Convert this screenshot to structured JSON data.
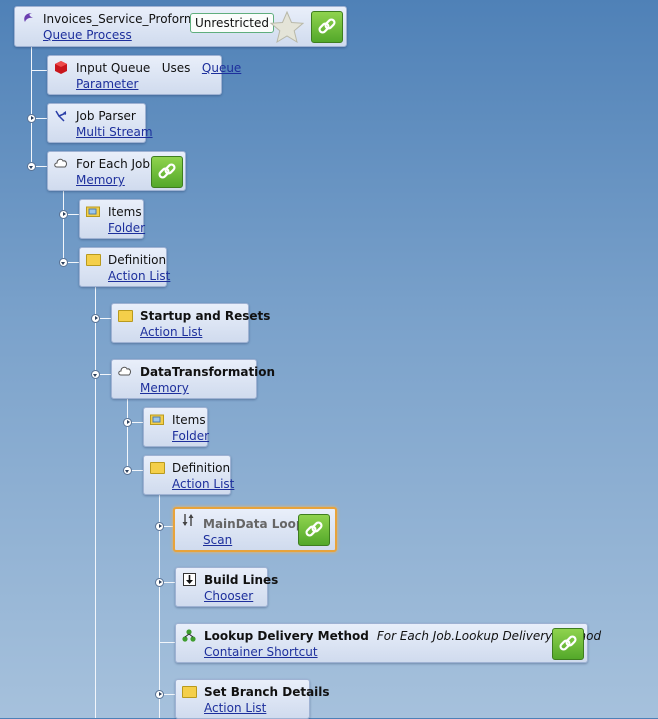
{
  "root": {
    "title": "Invoices_Service_Proforma",
    "link": "Queue Process",
    "badge": "Unrestricted",
    "icon": "queue-process-icon",
    "star_icon": "star-icon",
    "chain_icon": "link-chain-icon"
  },
  "nodes": {
    "input_queue": {
      "title": "Input Queue",
      "uses": "Uses",
      "link1": "Queue",
      "link2": "Parameter",
      "icon": "cube-icon"
    },
    "job_parser": {
      "title": "Job Parser",
      "link": "Multi Stream",
      "icon": "parser-arrows-icon"
    },
    "for_each_job": {
      "title": "For Each Job",
      "link": "Memory",
      "icon": "cloud-memory-icon"
    },
    "items_1": {
      "title": "Items",
      "link": "Folder",
      "icon": "folder-image-icon"
    },
    "definition_1": {
      "title": "Definition",
      "link": "Action List",
      "icon": "folder-icon"
    },
    "startup_resets": {
      "title": "Startup and Resets",
      "link": "Action List",
      "icon": "folder-icon"
    },
    "data_transformation": {
      "title": "DataTransformation",
      "link": "Memory",
      "icon": "cloud-memory-icon"
    },
    "items_2": {
      "title": "Items",
      "link": "Folder",
      "icon": "folder-image-icon"
    },
    "definition_2": {
      "title": "Definition",
      "link": "Action List",
      "icon": "folder-icon"
    },
    "maindata_loop": {
      "title": "MainData Loop",
      "link": "Scan",
      "icon": "scan-arrows-icon"
    },
    "build_lines": {
      "title": "Build Lines",
      "link": "Chooser",
      "icon": "download-arrow-icon"
    },
    "lookup_delivery": {
      "title": "Lookup Delivery Method",
      "subtitle": "For Each Job.Lookup Delivery Method",
      "link": "Container Shortcut",
      "icon": "tree-shortcut-icon"
    },
    "set_branch": {
      "title": "Set Branch Details",
      "link": "Action List",
      "icon": "folder-icon"
    }
  },
  "colors": {
    "background_top": "#4f81b7",
    "background_bottom": "#a6c1dc",
    "node_fill": "#d0dbee",
    "link_text": "#1d2f9c",
    "selection_border": "#e8a33b",
    "link_button": "#53a82a"
  }
}
